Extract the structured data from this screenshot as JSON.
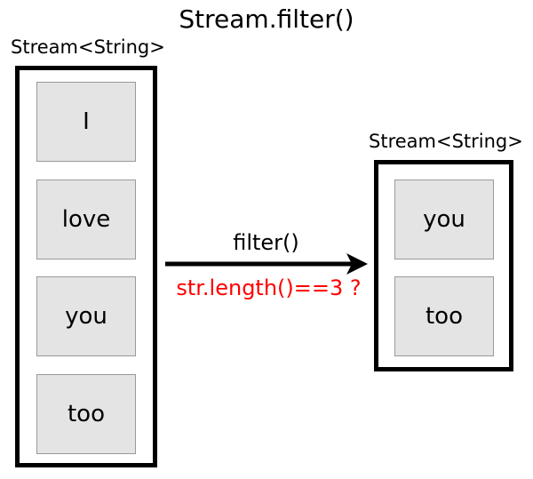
{
  "title": "Stream.filter()",
  "colors": {
    "background": "#ffffff",
    "stroke": "#000000",
    "cell_fill": "#e4e4e4",
    "cell_border": "#999999",
    "predicate_text": "#ff0000"
  },
  "source_stream": {
    "label": "Stream<String>",
    "elements": [
      {
        "value": "I"
      },
      {
        "value": "love"
      },
      {
        "value": "you"
      },
      {
        "value": "too"
      }
    ]
  },
  "operation": {
    "name": "filter()",
    "predicate": "str.length()==3 ?",
    "arrow": "right-arrow"
  },
  "result_stream": {
    "label": "Stream<String>",
    "elements": [
      {
        "value": "you"
      },
      {
        "value": "too"
      }
    ]
  }
}
